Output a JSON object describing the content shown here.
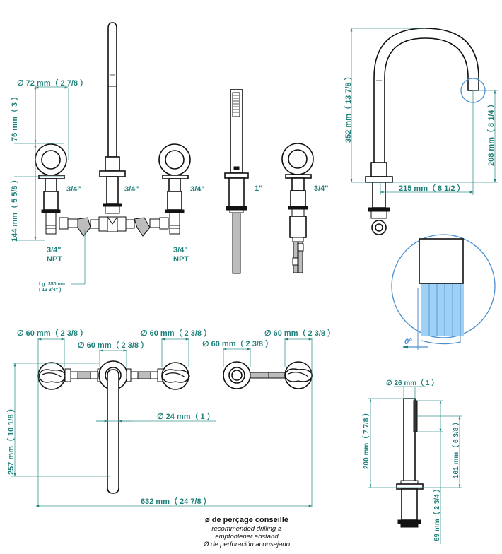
{
  "diagram": {
    "colors": {
      "dimension": "#1f7f7a",
      "outline": "#111111",
      "hose": "#bdbdbd",
      "spray": "#9fd0f5",
      "detail_circle": "#4a8fd0"
    },
    "front_view": {
      "handle_diameter": "∅  72 mm（ 2 7/8 ）",
      "handle_height": "76 mm（ 3 ）",
      "body_height": "144 mm（ 5 5/8 ）",
      "thread_left": "3/4\"",
      "thread_spout": "3/4\"",
      "thread_right": "3/4\"",
      "npt_left": [
        "3/4\"",
        "NPT"
      ],
      "npt_right": [
        "3/4\"",
        "NPT"
      ],
      "hose_length": [
        "Lg: 350mm",
        "( 13 3/4\" )"
      ]
    },
    "handshower_view": {
      "thread_shower": "1\"",
      "thread_diverter": "3/4\""
    },
    "side_view": {
      "spout_height": "352 mm（ 13 7/8 ）",
      "spout_outlet_height": "208 mm（ 8 1/4 ）",
      "spout_reach": "215 mm（ 8 1/2 ）"
    },
    "detail": {
      "angle": "0°"
    },
    "top_view": {
      "left_handle_diameter": "∅  60 mm（ 2 3/8 ）",
      "spout_diameter": "∅  60 mm（ 2 3/8 ）",
      "right_handle_diameter": "∅  60 mm（ 2 3/8 ）",
      "shower_base_diameter": "∅  60 mm（ 2 3/8 ）",
      "diverter_diameter": "∅  60 mm（ 2 3/8 ）",
      "spout_tube_diameter": "∅  24 mm（ 1 ）",
      "depth": "257 mm（ 10 1/8 ）",
      "overall_width": "632 mm（ 24 7/8 ）"
    },
    "handshower_dims": {
      "diameter": "∅  26 mm（ 1 ）",
      "height": "200 mm（ 7 7/8 ）",
      "head_height": "161 mm（ 6 3/8 ）",
      "below_deck": "69 mm（ 2 3/4 ）"
    },
    "legend": {
      "title": "ø de perçage conseillé",
      "lines": [
        "recommended drilling ø",
        "empfohlener abstand",
        "Ø de perforación aconsejado"
      ]
    }
  }
}
